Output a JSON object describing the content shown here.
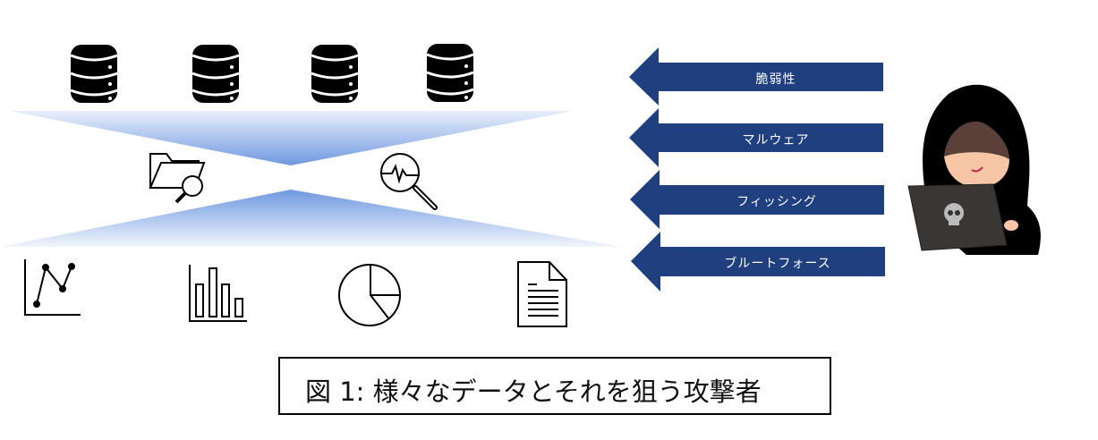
{
  "attacks": [
    {
      "label": "脆弱性"
    },
    {
      "label": "マルウェア"
    },
    {
      "label": "フィッシング"
    },
    {
      "label": "ブルートフォース"
    }
  ],
  "caption": "図 1: 様々なデータとそれを狙う攻撃者",
  "colors": {
    "arrow": "#1f3f7e",
    "funnel": "#6f98e0"
  },
  "icons": [
    "database-icon",
    "folder-search-icon",
    "signal-search-icon",
    "line-chart-icon",
    "bar-chart-icon",
    "pie-chart-icon",
    "document-icon",
    "hacker-illustration"
  ]
}
